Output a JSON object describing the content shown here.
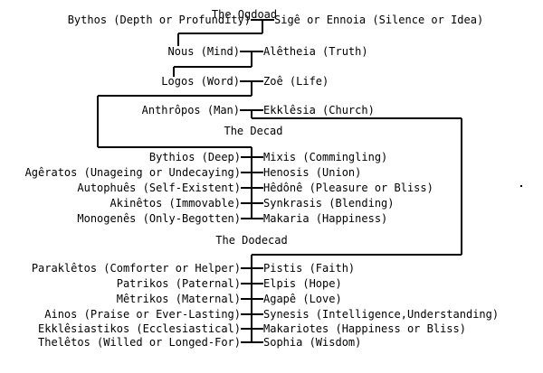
{
  "diagram": {
    "title_visible": false,
    "groups": [
      {
        "id": "ogdoad",
        "heading": "The Ogdoad",
        "pairs": [
          {
            "left": "Bythos (Depth or Profundity)",
            "right": "Sigê or Ennoia (Silence or Idea)"
          },
          {
            "left": "Nous (Mind)",
            "right": "Alêtheia (Truth)"
          },
          {
            "left": "Logos (Word)",
            "right": "Zoê (Life)"
          },
          {
            "left": "Anthrôpos (Man)",
            "right": "Ekklêsia (Church)"
          }
        ]
      },
      {
        "id": "decad",
        "heading": "The Decad",
        "pairs": [
          {
            "left": "Bythios (Deep)",
            "right": "Mixis (Commingling)"
          },
          {
            "left": "Agêratos (Unageing or Undecaying)",
            "right": "Henosis (Union)"
          },
          {
            "left": "Autophuês (Self-Existent)",
            "right": "Hêdônê (Pleasure or Bliss)"
          },
          {
            "left": "Akinêtos (Immovable)",
            "right": "Synkrasis (Blending)"
          },
          {
            "left": "Monogenês (Only-Begotten)",
            "right": "Makaria (Happiness)"
          }
        ]
      },
      {
        "id": "dodecad",
        "heading": "The Dodecad",
        "pairs": [
          {
            "left": "Paraklêtos (Comforter or Helper)",
            "right": "Pistis (Faith)"
          },
          {
            "left": "Patrikos (Paternal)",
            "right": "Elpis (Hope)"
          },
          {
            "left": "Mêtrikos (Maternal)",
            "right": "Agapê (Love)"
          },
          {
            "left": "Ainos (Praise or Ever-Lasting)",
            "right": "Synesis (Intelligence,Understanding)"
          },
          {
            "left": "Ekklêsiastikos (Ecclesiastical)",
            "right": "Makariotes (Happiness or Bliss)"
          },
          {
            "left": "Thelêtos (Willed or Longed-For)",
            "right": "Sophia (Wisdom)"
          }
        ]
      }
    ],
    "colors": {
      "ink": "#000000",
      "background": "#ffffff"
    }
  }
}
